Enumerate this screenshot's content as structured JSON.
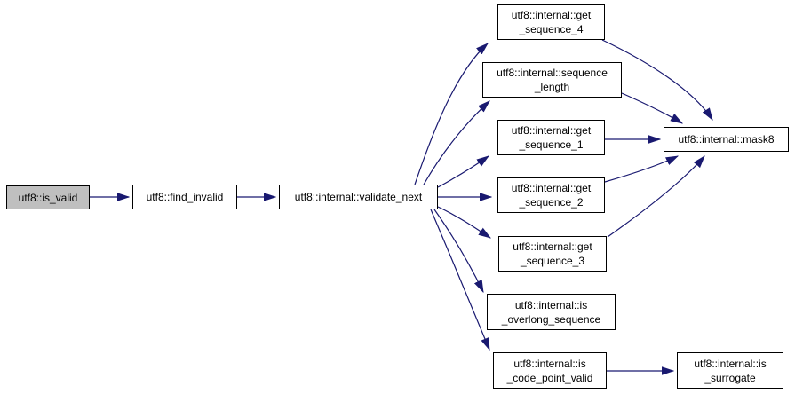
{
  "diagram": {
    "type": "doxygen-call-graph",
    "colors": {
      "edge": "#191970",
      "node_border": "#000000",
      "node_fill": "#ffffff",
      "highlight_fill": "#bfbfbf"
    },
    "nodes": {
      "is_valid": {
        "label": "utf8::is_valid",
        "highlighted": true
      },
      "find_invalid": {
        "label": "utf8::find_invalid"
      },
      "validate_next": {
        "label": "utf8::internal::validate_next"
      },
      "get_sequence_4": {
        "line1": "utf8::internal::get",
        "line2": "_sequence_4"
      },
      "sequence_length": {
        "line1": "utf8::internal::sequence",
        "line2": "_length"
      },
      "get_sequence_1": {
        "line1": "utf8::internal::get",
        "line2": "_sequence_1"
      },
      "get_sequence_2": {
        "line1": "utf8::internal::get",
        "line2": "_sequence_2"
      },
      "get_sequence_3": {
        "line1": "utf8::internal::get",
        "line2": "_sequence_3"
      },
      "is_overlong_sequence": {
        "line1": "utf8::internal::is",
        "line2": "_overlong_sequence"
      },
      "is_code_point_valid": {
        "line1": "utf8::internal::is",
        "line2": "_code_point_valid"
      },
      "mask8": {
        "label": "utf8::internal::mask8"
      },
      "is_surrogate": {
        "line1": "utf8::internal::is",
        "line2": "_surrogate"
      }
    },
    "edges": [
      {
        "from": "utf8::is_valid",
        "to": "utf8::find_invalid"
      },
      {
        "from": "utf8::find_invalid",
        "to": "utf8::internal::validate_next"
      },
      {
        "from": "utf8::internal::validate_next",
        "to": "utf8::internal::get_sequence_4"
      },
      {
        "from": "utf8::internal::validate_next",
        "to": "utf8::internal::sequence_length"
      },
      {
        "from": "utf8::internal::validate_next",
        "to": "utf8::internal::get_sequence_1"
      },
      {
        "from": "utf8::internal::validate_next",
        "to": "utf8::internal::get_sequence_2"
      },
      {
        "from": "utf8::internal::validate_next",
        "to": "utf8::internal::get_sequence_3"
      },
      {
        "from": "utf8::internal::validate_next",
        "to": "utf8::internal::is_overlong_sequence"
      },
      {
        "from": "utf8::internal::validate_next",
        "to": "utf8::internal::is_code_point_valid"
      },
      {
        "from": "utf8::internal::get_sequence_4",
        "to": "utf8::internal::mask8"
      },
      {
        "from": "utf8::internal::sequence_length",
        "to": "utf8::internal::mask8"
      },
      {
        "from": "utf8::internal::get_sequence_1",
        "to": "utf8::internal::mask8"
      },
      {
        "from": "utf8::internal::get_sequence_2",
        "to": "utf8::internal::mask8"
      },
      {
        "from": "utf8::internal::get_sequence_3",
        "to": "utf8::internal::mask8"
      },
      {
        "from": "utf8::internal::is_code_point_valid",
        "to": "utf8::internal::is_surrogate"
      }
    ]
  }
}
